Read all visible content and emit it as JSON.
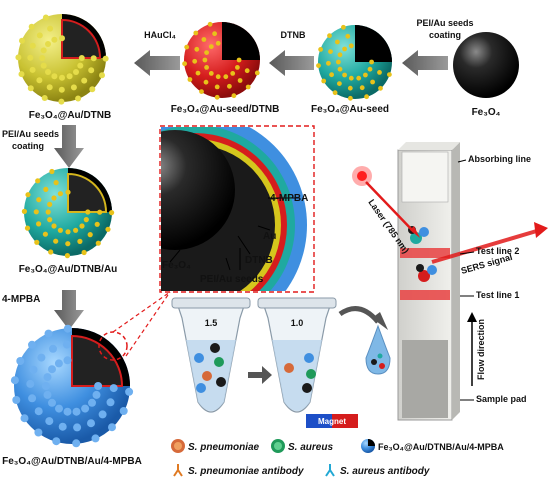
{
  "particles": {
    "p1": "Fe₃O₄",
    "p2": "Fe₃O₄@Au-seed",
    "p3": "Fe₃O₄@Au-seed/DTNB",
    "p4": "Fe₃O₄@Au/DTNB",
    "p5": "Fe₃O₄@Au/DTNB/Au",
    "p6": "Fe₃O₄@Au/DTNB/Au/4-MPBA"
  },
  "steps": {
    "s1_line1": "PEI/Au seeds",
    "s1_line2": "coating",
    "s2": "DTNB",
    "s3": "HAuCl₄",
    "s4_line1": "PEI/Au seeds",
    "s4_line2": "coating",
    "s5": "4-MPBA"
  },
  "inset": {
    "mpba": "4-MPBA",
    "au": "Au",
    "dtnb": "DTNB",
    "fe3o4": "Fe₃O₄",
    "pei": "PEI/Au seeds"
  },
  "tubes": {
    "t1": "1.5",
    "t2": "1.0",
    "magnet": "Magnet"
  },
  "strip": {
    "absorbing": "Absorbing line",
    "test2": "Test line 2",
    "test1": "Test line 1",
    "sample": "Sample pad",
    "flow": "Flow direction",
    "laser": "Laser (785 nm)",
    "sers": "SERS signal"
  },
  "legend": {
    "spn": "S. pneumoniae",
    "sau": "S. aureus",
    "probe": "Fe₃O₄@Au/DTNB/Au/4-MPBA",
    "spn_ab": "S. pneumoniae antibody",
    "sau_ab": "S. aureus antibody"
  }
}
